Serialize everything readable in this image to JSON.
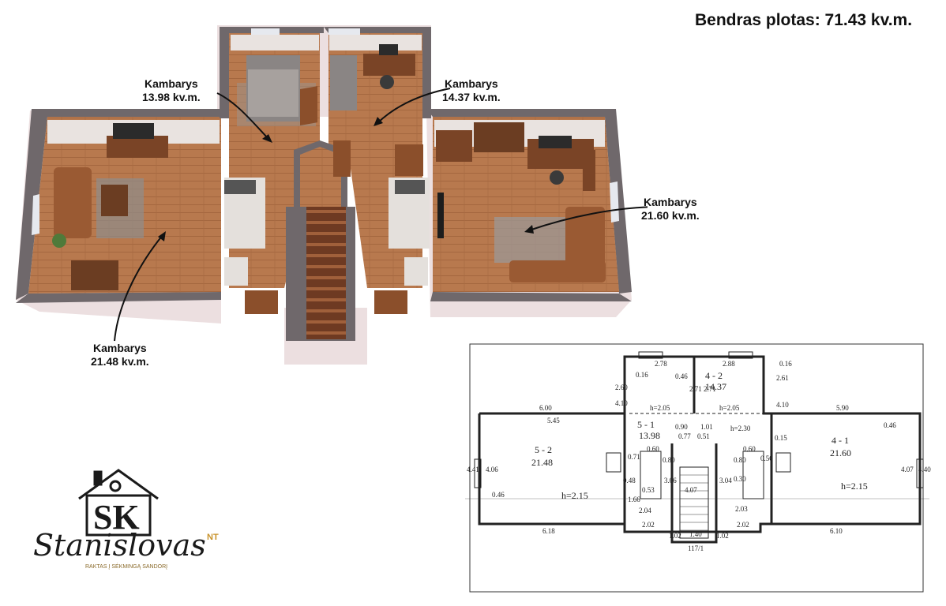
{
  "total_area": "Bendras plotas: 71.43 kv.m.",
  "rooms_3d": [
    {
      "name": "Kambarys",
      "area": "13.98 kv.m."
    },
    {
      "name": "Kambarys",
      "area": "14.37 kv.m."
    },
    {
      "name": "Kambarys",
      "area": "21.60 kv.m."
    },
    {
      "name": "Kambarys",
      "area": "21.48 kv.m."
    }
  ],
  "floor_plan": {
    "rooms": [
      {
        "id": "5 - 2",
        "area": "21.48",
        "height": "h=2.15"
      },
      {
        "id": "5 - 1",
        "area": "13.98",
        "height": "h=2.05"
      },
      {
        "id": "4 - 2",
        "area": "14.37",
        "height": "h=2.05"
      },
      {
        "id": "4 - 1",
        "area": "21.60",
        "height": "h=2.15"
      }
    ],
    "stair_height": "h=2.30",
    "dims": {
      "top_left": "2.78",
      "top_right": "2.88",
      "left_wing": "6.00",
      "right_wing": "5.90",
      "inner_left": "5.45",
      "bottom_left": "6.18",
      "bottom_right": "6.10",
      "left_outer_h": "4.41",
      "left_inner_h": "4.06",
      "right_inner_h": "4.07",
      "right_outer_h": "4.40",
      "left_wall": "0.46",
      "right_wall": "0.46",
      "wall_a": "0.16",
      "wall_b": "0.16",
      "upper_l": "2.60",
      "upper_r": "2.61",
      "mid_l": "4.10",
      "mid_r": "4.10",
      "corr_l": "2.71",
      "corr_r": "2.71",
      "corr_w": "0.46",
      "stair_a": "0.90",
      "stair_b": "1.01",
      "stair_c": "0.77",
      "stair_d": "0.51",
      "stair_len_l": "3.06",
      "stair_len_r": "3.04",
      "stair_run": "4.07",
      "b_a": "2.04",
      "b_b": "2.02",
      "b_c": "2.03",
      "b_d": "2.02",
      "v_a": "1.66",
      "v_b": "1.02",
      "v_c": "1.02",
      "sm1": "0.53",
      "sm2": "0.48",
      "sm3": "0.71",
      "sm4": "0.60",
      "sm5": "0.80",
      "sm6": "0.80",
      "sm7": "0.60",
      "sm8": "0.50",
      "sm9": "0.30",
      "sm10": "0.15",
      "stair_w": "1.40",
      "code": "117/1"
    }
  },
  "logo": {
    "name": "Stanislovas",
    "tag": "NT",
    "slogan": "RAKTAS Į SĖKMINGĄ SANDORĮ",
    "mark": "SK"
  },
  "colors": {
    "wall": "#7b7578",
    "floor": "#b8794e",
    "sofa": "#9a5a33",
    "accent": "#c8922a"
  }
}
